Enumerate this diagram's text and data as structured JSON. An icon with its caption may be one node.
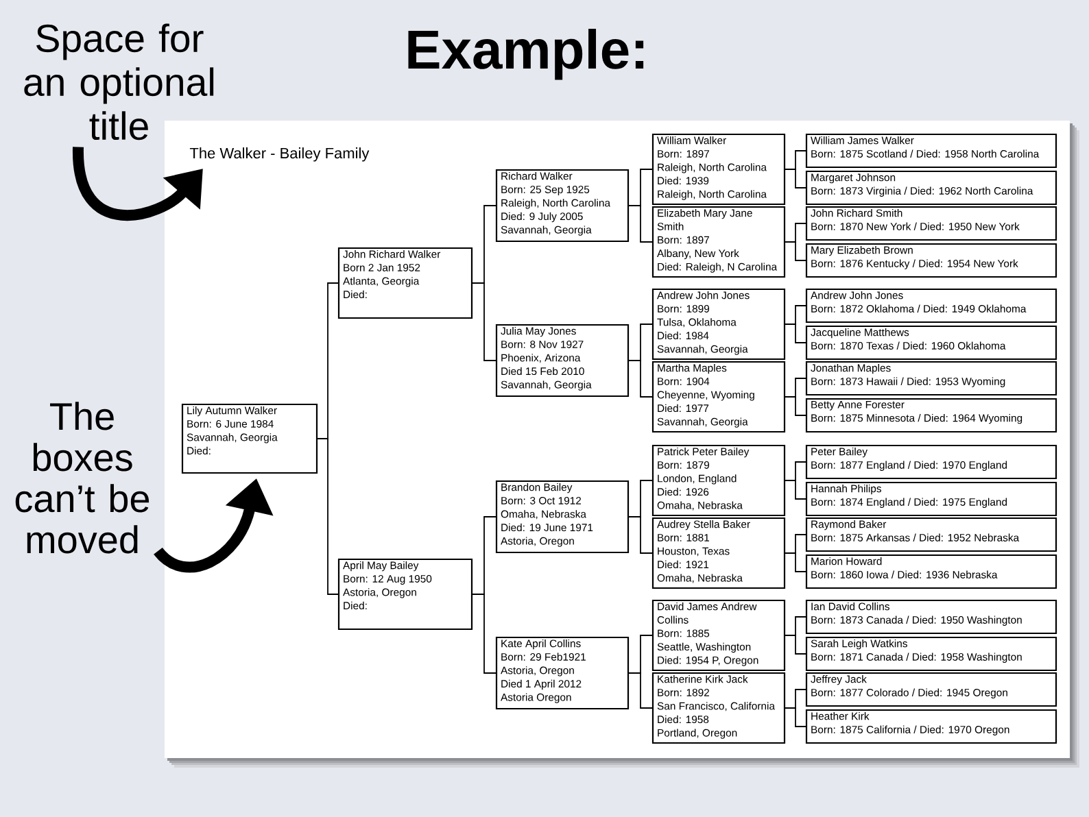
{
  "diagram": {
    "title": "Example:",
    "nodes": [
      {
        "text": [
          "Space for an optional title"
        ]
      },
      {
        "text": [
          "The boxes can’t be moved"
        ]
      },
      {
        "text": [],
        "shape": "box"
      },
      {
        "text": [
          "The Walker - Bailey Family"
        ],
        "in": 2
      },
      {
        "text": [
          "Lily Autumn Walker",
          "Born: 6 June 1984",
          "Savannah, Georgia",
          "Died:"
        ],
        "in": 2
      },
      {
        "text": [
          "John Richard Walker",
          "Born 2 Jan 1952",
          "Atlanta, Georgia",
          "Died:"
        ],
        "in": 2
      },
      {
        "text": [
          "April May Bailey",
          "Born: 12 Aug 1950",
          "Astoria, Oregon",
          "Died:"
        ],
        "in": 2
      },
      {
        "text": [
          "Richard Walker",
          "Born: 25 Sep 1925",
          "Raleigh, North Carolina",
          "Died: 9 July 2005",
          "Savannah, Georgia"
        ],
        "in": 2
      },
      {
        "text": [
          "Julia May Jones",
          "Born: 8 Nov 1927",
          "Phoenix, Arizona",
          "Died 15 Feb 2010",
          "Savannah, Georgia"
        ],
        "in": 2
      },
      {
        "text": [
          "Brandon Bailey",
          "Born: 3 Oct 1912",
          "Omaha, Nebraska",
          "Died: 19 June 1971",
          "Astoria, Oregon"
        ],
        "in": 2
      },
      {
        "text": [
          "Kate April Collins",
          "Born: 29 Feb1921",
          "Astoria, Oregon",
          "Died 1 April 2012",
          "Astoria Oregon"
        ],
        "in": 2
      },
      {
        "text": [
          "William Walker",
          "Born: 1897",
          "Raleigh, North Carolina",
          "Died: 1939",
          "Raleigh, North Carolina"
        ],
        "in": 2
      },
      {
        "text": [
          "Elizabeth Mary Jane Smith",
          "Born: 1897",
          "Albany, New York",
          "Died: Raleigh, N Carolina"
        ],
        "in": 2
      },
      {
        "text": [
          "Andrew John Jones",
          "Born: 1899",
          "Tulsa, Oklahoma",
          "Died: 1984",
          "Savannah, Georgia"
        ],
        "in": 2
      },
      {
        "text": [
          "Martha Maples",
          "Born: 1904",
          "Cheyenne, Wyoming",
          "Died: 1977",
          "Savannah, Georgia"
        ],
        "in": 2
      },
      {
        "text": [
          "Patrick Peter Bailey",
          "Born: 1879",
          "London, England",
          "Died: 1926",
          "Omaha, Nebraska"
        ],
        "in": 2
      },
      {
        "text": [
          "Audrey Stella Baker",
          "Born: 1881",
          "Houston, Texas",
          "Died: 1921",
          "Omaha, Nebraska"
        ],
        "in": 2
      },
      {
        "text": [
          "David James Andrew Collins",
          "Born: 1885",
          "Seattle, Washington",
          "Died: 1954 P, Oregon"
        ],
        "in": 2
      },
      {
        "text": [
          "Katherine Kirk Jack",
          "Born: 1892",
          "San Francisco, California",
          "Died: 1958",
          "Portland, Oregon"
        ],
        "in": 2
      },
      {
        "text": [
          "William James Walker",
          "Born: 1875 Scotland / Died: 1958 North Carolina"
        ],
        "in": 2
      },
      {
        "text": [
          "Margaret Johnson",
          "Born: 1873 Virginia / Died: 1962 North Carolina"
        ],
        "in": 2
      },
      {
        "text": [
          "John Richard Smith",
          "Born: 1870 New York / Died: 1950 New York"
        ],
        "in": 2
      },
      {
        "text": [
          "Mary Elizabeth Brown",
          "Born: 1876 Kentucky / Died: 1954 New York"
        ],
        "in": 2
      },
      {
        "text": [
          "Andrew John Jones",
          "Born: 1872 Oklahoma / Died: 1949 Oklahoma"
        ],
        "in": 2
      },
      {
        "text": [
          "Jacqueline Matthews",
          "Born: 1870 Texas / Died: 1960 Oklahoma"
        ],
        "in": 2
      },
      {
        "text": [
          "Jonathan Maples",
          "Born: 1873 Hawaii / Died: 1953 Wyoming"
        ],
        "in": 2
      },
      {
        "text": [
          "Betty Anne Forester",
          "Born: 1875 Minnesota / Died: 1964 Wyoming"
        ],
        "in": 2
      },
      {
        "text": [
          "Peter Bailey",
          "Born: 1877 England / Died: 1970 England"
        ],
        "in": 2
      },
      {
        "text": [
          "Hannah Philips",
          "Born: 1874 England / Died: 1975 England"
        ],
        "in": 2
      },
      {
        "text": [
          "Raymond Baker",
          "Born: 1875 Arkansas / Died: 1952 Nebraska"
        ],
        "in": 2
      },
      {
        "text": [
          "Marion Howard",
          "Born: 1860 Iowa / Died: 1936 Nebraska"
        ],
        "in": 2
      },
      {
        "text": [
          "Ian David Collins",
          "Born: 1873 Canada / Died: 1950 Washington"
        ],
        "in": 2
      },
      {
        "text": [
          "Sarah Leigh Watkins",
          "Born: 1871 Canada / Died: 1958 Washington"
        ],
        "in": 2
      },
      {
        "text": [
          "Jeffrey Jack",
          "Born: 1877 Colorado / Died: 1945 Oregon"
        ],
        "in": 2
      },
      {
        "text": [
          "Heather Kirk",
          "Born: 1875 California / Died: 1970 Oregon"
        ],
        "in": 2
      }
    ],
    "edges": [
      {
        "from": 0,
        "to": 3,
        "arrow": "to",
        "style": "thick"
      },
      {
        "from": 1,
        "to": 4,
        "arrow": "to",
        "style": "thick"
      },
      {
        "from": 4,
        "to": 5,
        "arrow": "none"
      },
      {
        "from": 4,
        "to": 6,
        "arrow": "none"
      },
      {
        "from": 5,
        "to": 7,
        "arrow": "none"
      },
      {
        "from": 5,
        "to": 8,
        "arrow": "none"
      },
      {
        "from": 6,
        "to": 9,
        "arrow": "none"
      },
      {
        "from": 6,
        "to": 10,
        "arrow": "none"
      },
      {
        "from": 7,
        "to": 11,
        "arrow": "none"
      },
      {
        "from": 7,
        "to": 12,
        "arrow": "none"
      },
      {
        "from": 8,
        "to": 13,
        "arrow": "none"
      },
      {
        "from": 8,
        "to": 14,
        "arrow": "none"
      },
      {
        "from": 9,
        "to": 15,
        "arrow": "none"
      },
      {
        "from": 9,
        "to": 16,
        "arrow": "none"
      },
      {
        "from": 10,
        "to": 17,
        "arrow": "none"
      },
      {
        "from": 10,
        "to": 18,
        "arrow": "none"
      },
      {
        "from": 11,
        "to": 19,
        "arrow": "none"
      },
      {
        "from": 11,
        "to": 20,
        "arrow": "none"
      },
      {
        "from": 12,
        "to": 21,
        "arrow": "none"
      },
      {
        "from": 12,
        "to": 22,
        "arrow": "none"
      },
      {
        "from": 13,
        "to": 23,
        "arrow": "none"
      },
      {
        "from": 13,
        "to": 24,
        "arrow": "none"
      },
      {
        "from": 14,
        "to": 25,
        "arrow": "none"
      },
      {
        "from": 14,
        "to": 26,
        "arrow": "none"
      },
      {
        "from": 15,
        "to": 27,
        "arrow": "none"
      },
      {
        "from": 15,
        "to": 28,
        "arrow": "none"
      },
      {
        "from": 16,
        "to": 29,
        "arrow": "none"
      },
      {
        "from": 16,
        "to": 30,
        "arrow": "none"
      },
      {
        "from": 17,
        "to": 31,
        "arrow": "none"
      },
      {
        "from": 17,
        "to": 32,
        "arrow": "none"
      },
      {
        "from": 18,
        "to": 33,
        "arrow": "none"
      },
      {
        "from": 18,
        "to": 34,
        "arrow": "none"
      }
    ]
  }
}
